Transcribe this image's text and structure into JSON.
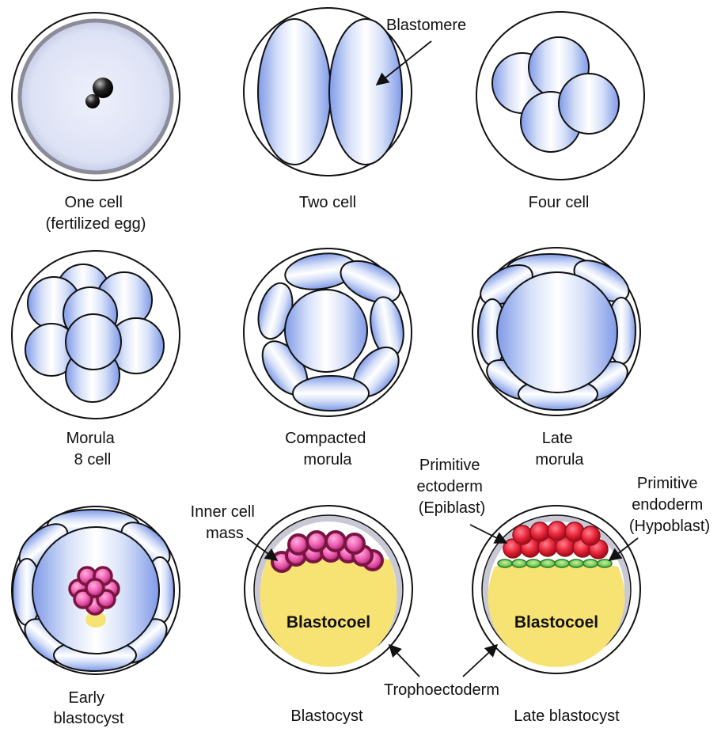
{
  "stages": [
    {
      "label_lines": [
        "One cell",
        "(fertilized egg)"
      ]
    },
    {
      "label_lines": [
        "Two cell"
      ]
    },
    {
      "label_lines": [
        "Four cell"
      ]
    },
    {
      "label_lines": [
        "Morula",
        "8 cell"
      ]
    },
    {
      "label_lines": [
        "Compacted",
        "morula"
      ]
    },
    {
      "label_lines": [
        "Late",
        "morula"
      ]
    },
    {
      "label_lines": [
        "Early",
        "blastocyst"
      ]
    },
    {
      "label_lines": [
        "Blastocyst"
      ]
    },
    {
      "label_lines": [
        "Late blastocyst"
      ]
    }
  ],
  "annotations": {
    "blastomere": "Blastomere",
    "inner_cell_mass": [
      "Inner cell",
      "mass"
    ],
    "primitive_ectoderm": [
      "Primitive",
      "ectoderm",
      "(Epiblast)"
    ],
    "primitive_endoderm": [
      "Primitive",
      "endoderm",
      "(Hypoblast)"
    ],
    "trophoectoderm": "Trophoectoderm",
    "blastocoel": "Blastocoel"
  },
  "colors": {
    "cell_blue": "#7f9ae8",
    "inner_cell_mass": "#ee5fb4",
    "inner_cell_mass_outline": "#7a1540",
    "epiblast": "#e8263a",
    "hypoblast": "#49b83a",
    "blastocoel": "#f7e374",
    "zona_grey": "#c9c9d6"
  }
}
